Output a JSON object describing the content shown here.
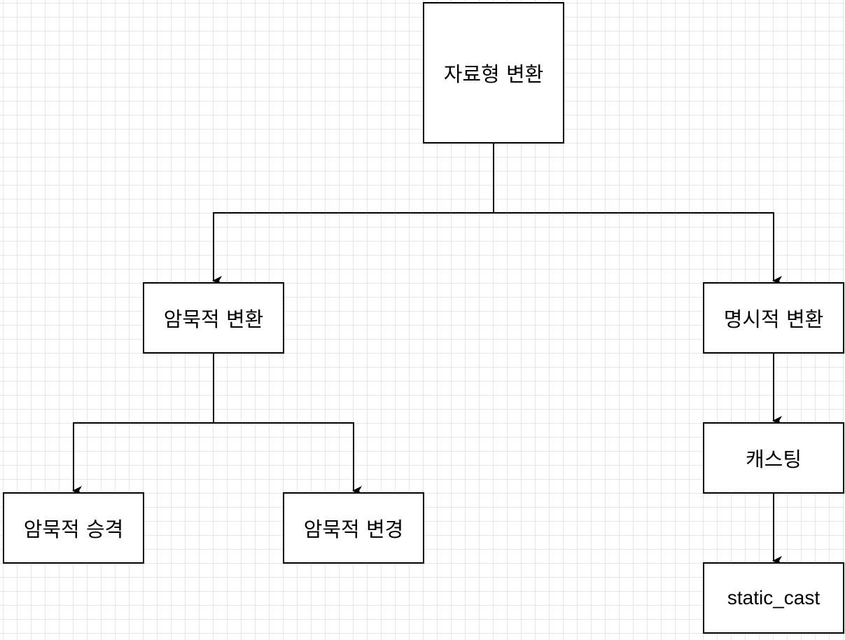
{
  "nodes": {
    "root": "자료형 변환",
    "implicit": "암묵적 변환",
    "explicit": "명시적 변환",
    "implicit_promotion": "암묵적 승격",
    "implicit_conversion": "암묵적 변경",
    "casting": "캐스팅",
    "static_cast": "static_cast"
  },
  "edges": [
    {
      "from": "root",
      "to": "implicit"
    },
    {
      "from": "root",
      "to": "explicit"
    },
    {
      "from": "implicit",
      "to": "implicit_promotion"
    },
    {
      "from": "implicit",
      "to": "implicit_conversion"
    },
    {
      "from": "explicit",
      "to": "casting"
    },
    {
      "from": "casting",
      "to": "static_cast"
    }
  ],
  "colors": {
    "stroke": "#000000",
    "background": "#ffffff",
    "grid": "#e6e6e6"
  }
}
